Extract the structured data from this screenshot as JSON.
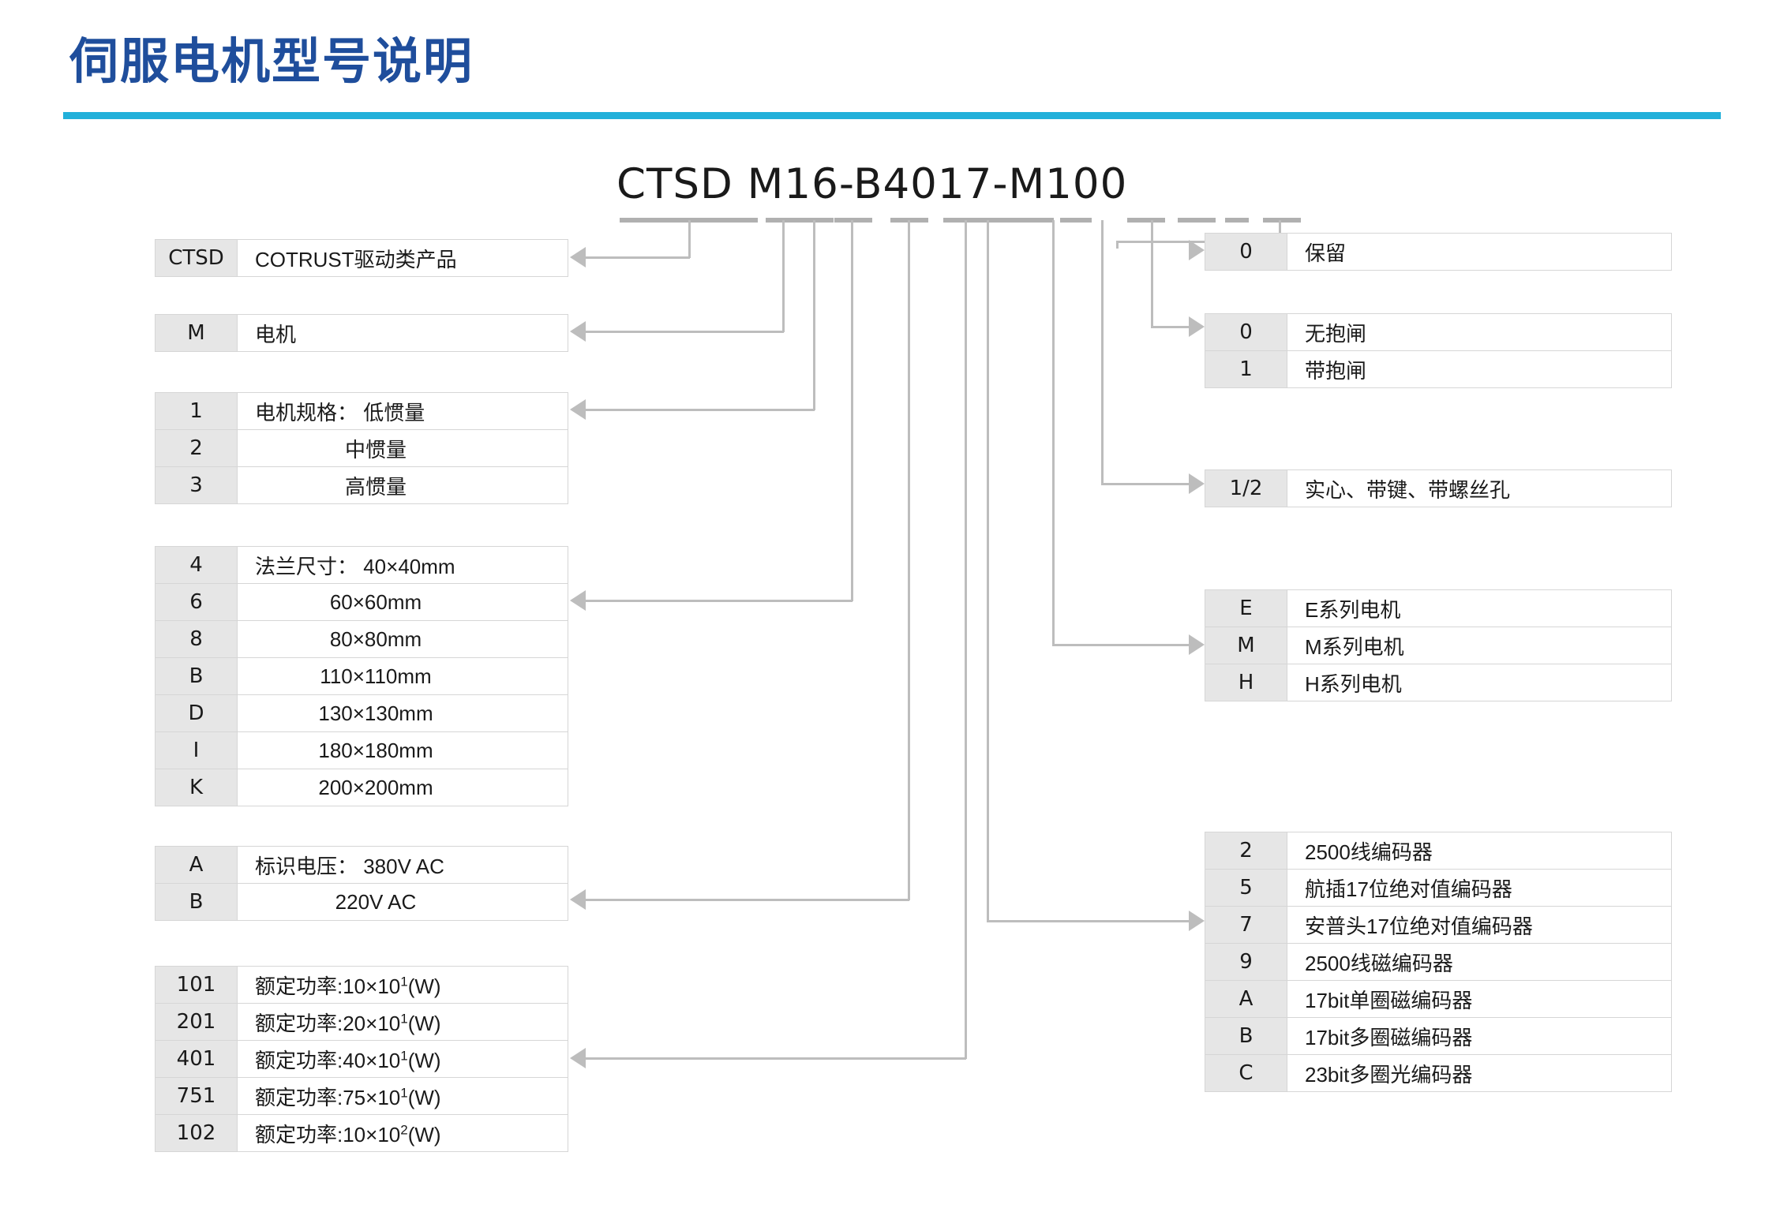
{
  "header": {
    "title": "伺服电机型号说明",
    "rule_color": "#22b0da",
    "title_color": "#1f4e9c"
  },
  "model_code": {
    "full": "CTSD M16-B4017-M100",
    "segments": [
      "CTSD",
      "M",
      "1",
      "6",
      "-",
      "B",
      "40",
      "1",
      "7",
      "-",
      "M",
      "1",
      "0",
      "0"
    ]
  },
  "tables": {
    "product": {
      "rows": [
        {
          "code": "CTSD",
          "desc": "COTRUST驱动类产品"
        }
      ]
    },
    "motor": {
      "rows": [
        {
          "code": "M",
          "desc": "电机"
        }
      ]
    },
    "inertia": {
      "rows": [
        {
          "code": "1",
          "desc": "电机规格： 低惯量"
        },
        {
          "code": "2",
          "desc": "中惯量"
        },
        {
          "code": "3",
          "desc": "高惯量"
        }
      ]
    },
    "flange": {
      "rows": [
        {
          "code": "4",
          "desc": "法兰尺寸： 40×40mm"
        },
        {
          "code": "6",
          "desc": "60×60mm"
        },
        {
          "code": "8",
          "desc": "80×80mm"
        },
        {
          "code": "B",
          "desc": "110×110mm"
        },
        {
          "code": "D",
          "desc": "130×130mm"
        },
        {
          "code": "I",
          "desc": "180×180mm"
        },
        {
          "code": "K",
          "desc": "200×200mm"
        }
      ]
    },
    "voltage": {
      "rows": [
        {
          "code": "A",
          "desc": "标识电压： 380V AC"
        },
        {
          "code": "B",
          "desc": "220V AC"
        }
      ]
    },
    "power": {
      "rows": [
        {
          "code": "101",
          "label": "额定功率:10×10",
          "exp": "1",
          "unit": "(W)"
        },
        {
          "code": "201",
          "label": "额定功率:20×10",
          "exp": "1",
          "unit": "(W)"
        },
        {
          "code": "401",
          "label": "额定功率:40×10",
          "exp": "1",
          "unit": "(W)"
        },
        {
          "code": "751",
          "label": "额定功率:75×10",
          "exp": "1",
          "unit": "(W)"
        },
        {
          "code": "102",
          "label": "额定功率:10×10",
          "exp": "2",
          "unit": "(W)"
        }
      ]
    },
    "reserved": {
      "rows": [
        {
          "code": "0",
          "desc": "保留"
        }
      ]
    },
    "brake": {
      "rows": [
        {
          "code": "0",
          "desc": "无抱闸"
        },
        {
          "code": "1",
          "desc": "带抱闸"
        }
      ]
    },
    "shaft": {
      "rows": [
        {
          "code": "1/2",
          "desc": "实心、带键、带螺丝孔"
        }
      ]
    },
    "series": {
      "rows": [
        {
          "code": "E",
          "desc": "E系列电机"
        },
        {
          "code": "M",
          "desc": "M系列电机"
        },
        {
          "code": "H",
          "desc": "H系列电机"
        }
      ]
    },
    "encoder": {
      "rows": [
        {
          "code": "2",
          "desc": "2500线编码器"
        },
        {
          "code": "5",
          "desc": "航插17位绝对值编码器"
        },
        {
          "code": "7",
          "desc": "安普头17位绝对值编码器"
        },
        {
          "code": "9",
          "desc": "2500线磁编码器"
        },
        {
          "code": "A",
          "desc": "17bit单圈磁编码器"
        },
        {
          "code": "B",
          "desc": "17bit多圈磁编码器"
        },
        {
          "code": "C",
          "desc": "23bit多圈光编码器"
        }
      ]
    }
  }
}
